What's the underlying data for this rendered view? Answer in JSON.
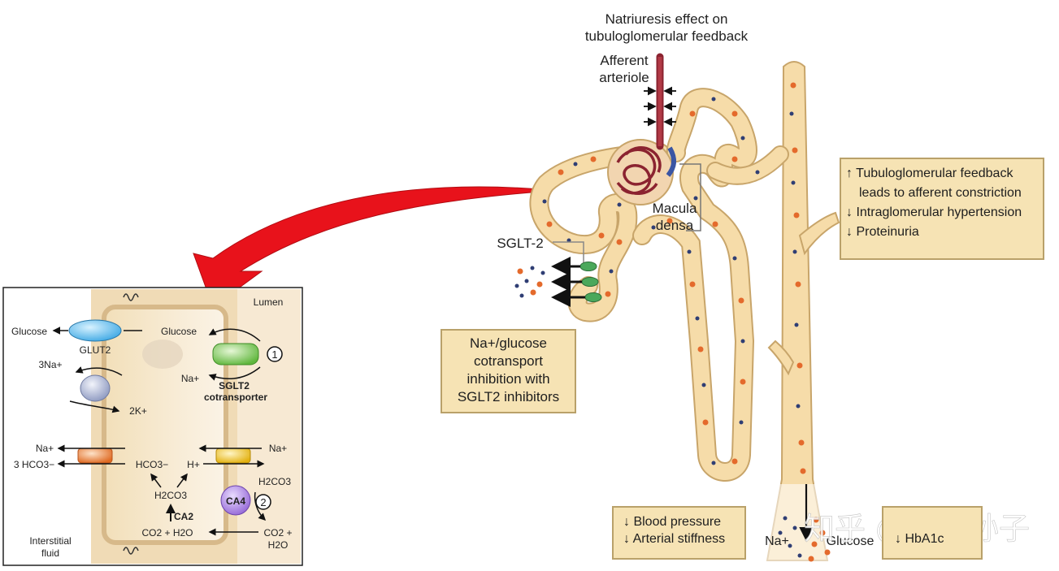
{
  "nephron": {
    "title_line1": "Natriuresis effect on",
    "title_line2": "tubuloglomerular feedback",
    "afferent_line1": "Afferent",
    "afferent_line2": "arteriole",
    "macula_line1": "Macula",
    "macula_line2": "densa",
    "sglt2_label": "SGLT-2",
    "na_label": "Na+",
    "glucose_label": "Glucose"
  },
  "inhibition_box": {
    "line1": "Na+/glucose",
    "line2": "cotransport",
    "line3": "inhibition with",
    "line4": "SGLT2 inhibitors"
  },
  "effects_box": {
    "line1": "Tubuloglomerular feedback",
    "line2": "leads to afferent constriction",
    "line3": "Intraglomerular hypertension",
    "line4": "Proteinuria"
  },
  "bp_box": {
    "line1": "Blood pressure",
    "line2": "Arterial stiffness"
  },
  "glyco_box": {
    "line1": "HbA1c"
  },
  "cell": {
    "lumen": "Lumen",
    "glucose_left": "Glucose",
    "glut2": "GLUT2",
    "glucose_right": "Glucose",
    "na_3": "3Na+",
    "k_2": "2K+",
    "na_sglt": "Na+",
    "sglt2_line1": "SGLT2",
    "sglt2_line2": "cotransporter",
    "num1": "1",
    "num2": "2",
    "na_left": "Na+",
    "hco3_3": "3 HCO3−",
    "hco3": "HCO3−",
    "h_plus": "H+",
    "na_right": "Na+",
    "h2co3_left": "H2CO3",
    "h2co3_right": "H2CO3",
    "ca2": "CA2",
    "ca4": "CA4",
    "co2_h2o_left": "CO2 + H2O",
    "co2_right_line1": "CO2 +",
    "co2_right_line2": "H2O",
    "interstitial_line1": "Interstitial",
    "interstitial_line2": "fluid"
  },
  "watermark": "知乎 @老庄孙子",
  "colors": {
    "tubule": "#f6dca9",
    "tubule_border": "#c8a56a",
    "red_arrow": "#e8121b",
    "glut2": "#6ec3ef",
    "sglt2": "#8fcf6c",
    "pump": "#b9c2de",
    "exchanger_orange": "#ee8a45",
    "exchanger_yellow": "#f2cb35",
    "ca4": "#b58ee6"
  }
}
